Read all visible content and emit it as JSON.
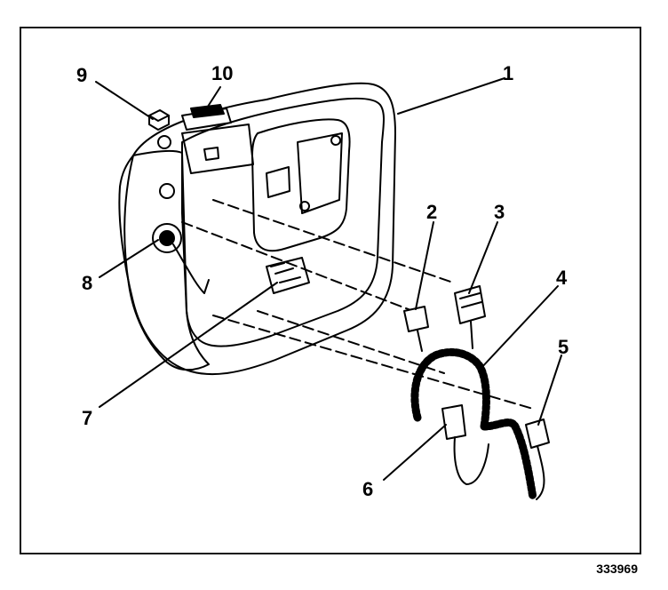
{
  "callouts": {
    "c1": "1",
    "c2": "2",
    "c3": "3",
    "c4": "4",
    "c5": "5",
    "c6": "6",
    "c7": "7",
    "c8": "8",
    "c9": "9",
    "c10": "10"
  },
  "figure_number": "333969",
  "colors": {
    "ink": "#000000",
    "paper": "#ffffff"
  }
}
